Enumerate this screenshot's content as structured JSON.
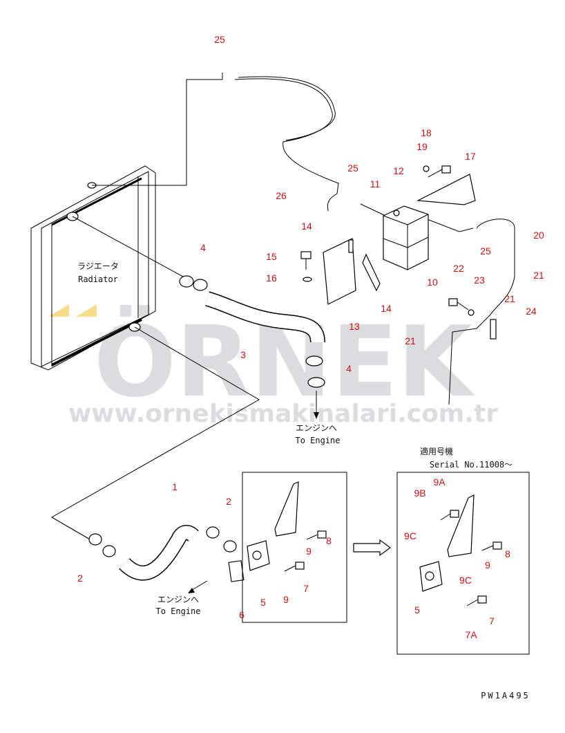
{
  "radiator_label": {
    "jp": "ラジエータ",
    "en": "Radiator"
  },
  "to_engine_upper": {
    "jp": "エンジンへ",
    "en": "To Engine"
  },
  "to_engine_lower": {
    "jp": "エンジンへ",
    "en": "To Engine"
  },
  "serial": {
    "jp": "適用号機",
    "en": "Serial No.11008～"
  },
  "drawing_code": "PW1A495",
  "watermark": {
    "logo": "ÖRNEK",
    "url": "www.ornekismakinalari.com.tr"
  },
  "callouts": [
    "25",
    "26",
    "25",
    "11",
    "12",
    "19",
    "18",
    "17",
    "14",
    "15",
    "16",
    "13",
    "14",
    "10",
    "20",
    "25",
    "22",
    "23",
    "21",
    "21",
    "24",
    "21",
    "4",
    "3",
    "4",
    "1",
    "2",
    "2",
    "9",
    "8",
    "5",
    "9",
    "7",
    "6",
    "9A",
    "9B",
    "9C",
    "8",
    "9",
    "9C",
    "5",
    "7",
    "7A"
  ],
  "colors": {
    "callout": "#d01010",
    "watermark": "#dcdce0",
    "watermark_accent": "#f7dc8a"
  }
}
